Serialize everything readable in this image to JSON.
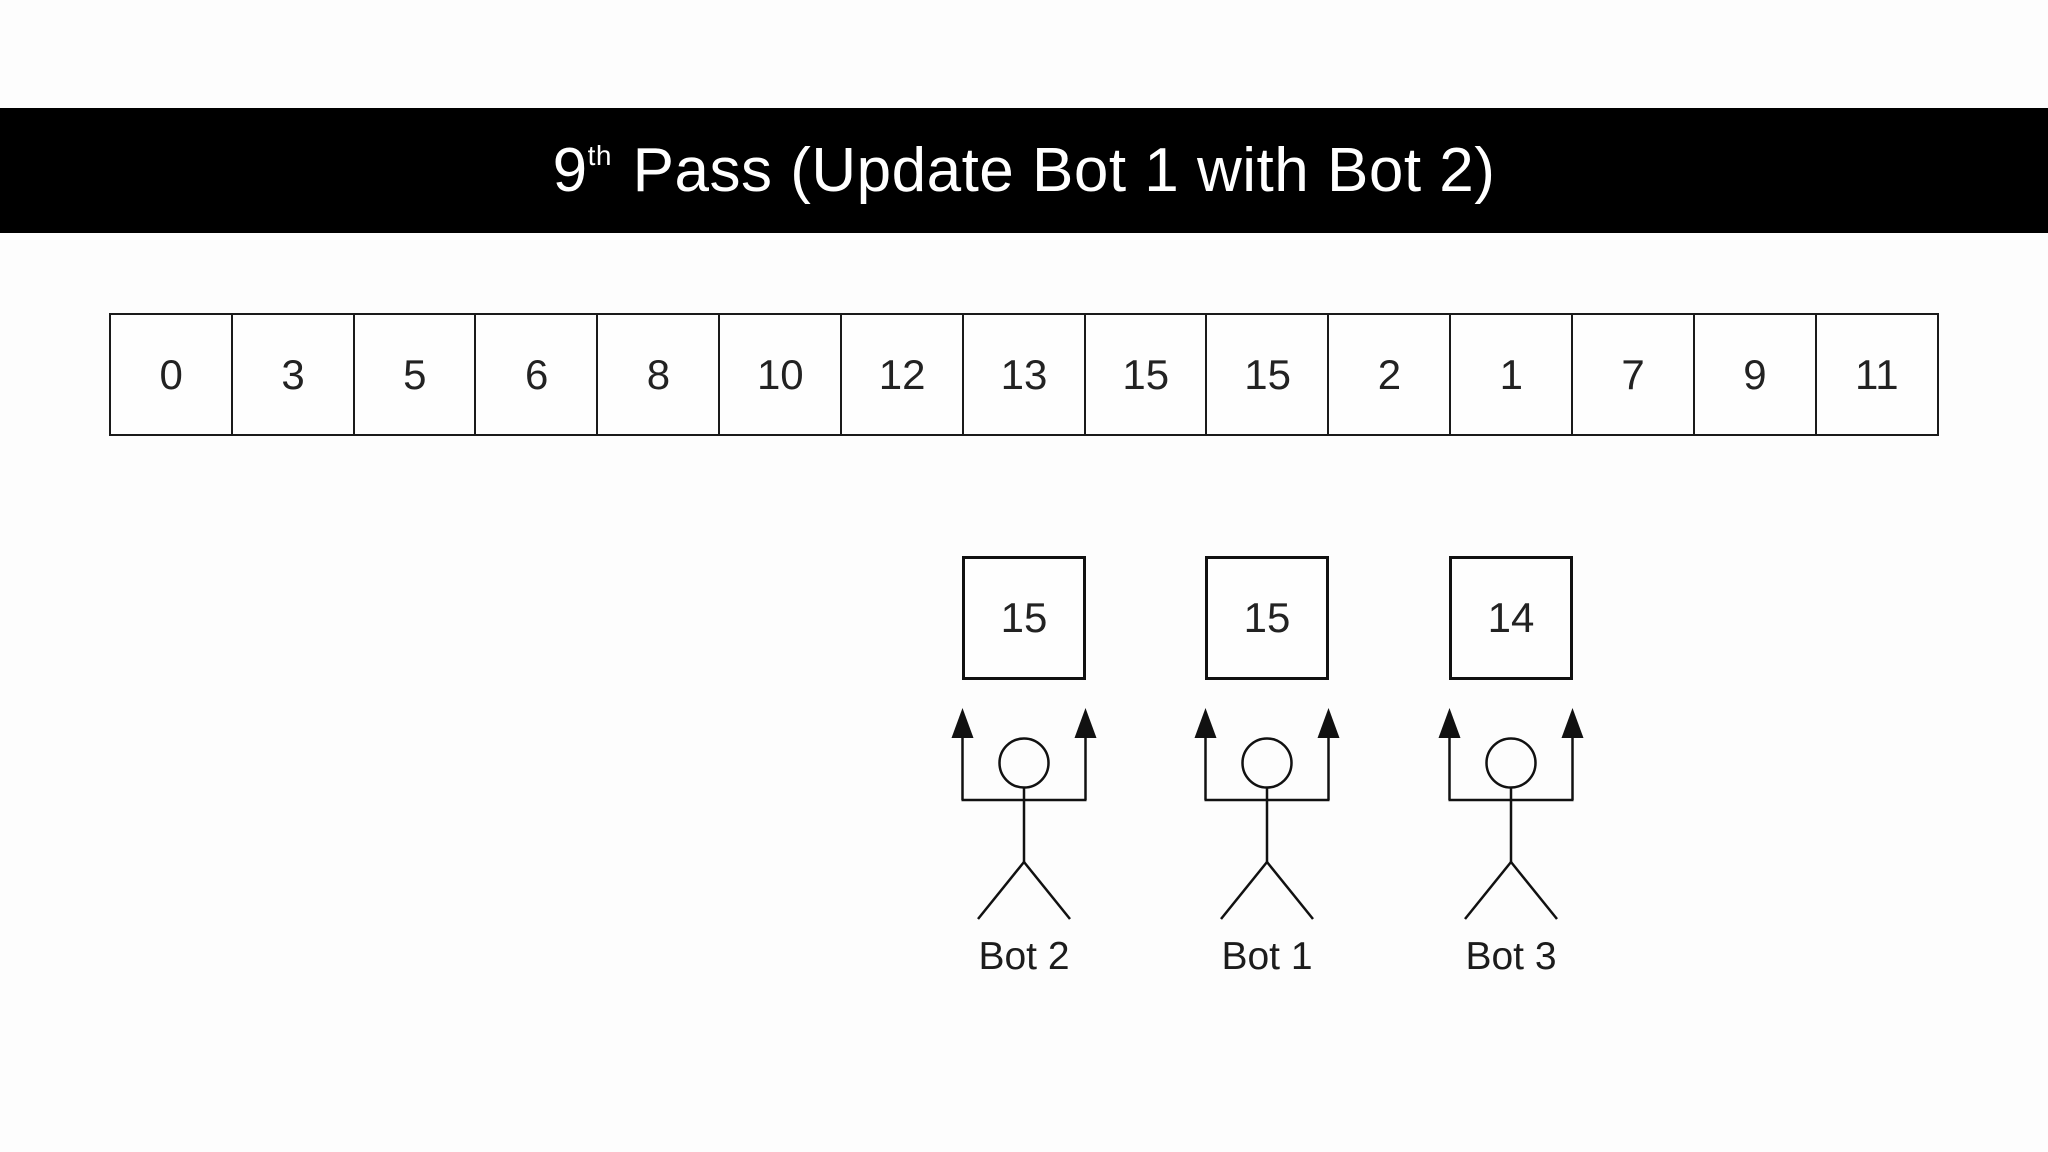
{
  "title": {
    "number": "9",
    "ordinal_suffix": "th",
    "rest": " Pass (Update Bot 1 with Bot 2)"
  },
  "array": {
    "cells": [
      "0",
      "3",
      "5",
      "6",
      "8",
      "10",
      "12",
      "13",
      "15",
      "15",
      "2",
      "1",
      "7",
      "9",
      "11"
    ]
  },
  "bots": [
    {
      "label": "Bot 2",
      "value": "15"
    },
    {
      "label": "Bot 1",
      "value": "15"
    },
    {
      "label": "Bot 3",
      "value": "14"
    }
  ],
  "colors": {
    "title_bar_bg": "#000000",
    "title_text": "#ffffff",
    "line": "#1a1a1a",
    "canvas_bg": "#fdfdfd",
    "number_text": "#222222"
  }
}
